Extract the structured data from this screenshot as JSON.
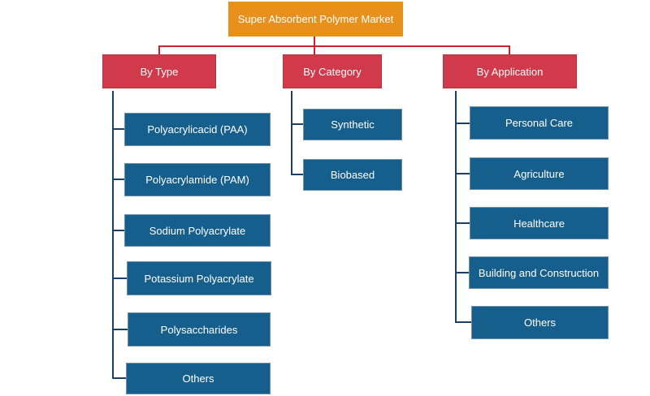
{
  "root": {
    "label": "Super Absorbent Polymer Market"
  },
  "colors": {
    "root": "#e8901c",
    "category": "#d13a4a",
    "leaf": "#165f8d",
    "root_connector": "#c8232c",
    "branch_connector": "#1c3f66"
  },
  "categories": [
    {
      "label": "By Type",
      "items": [
        "Polyacrylicacid (PAA)",
        "Polyacrylamide (PAM)",
        "Sodium Polyacrylate",
        "Potassium Polyacrylate",
        "Polysaccharides",
        "Others"
      ]
    },
    {
      "label": "By Category",
      "items": [
        "Synthetic",
        "Biobased"
      ]
    },
    {
      "label": "By Application",
      "items": [
        "Personal Care",
        "Agriculture",
        "Healthcare",
        "Building and Construction",
        "Others"
      ]
    }
  ]
}
